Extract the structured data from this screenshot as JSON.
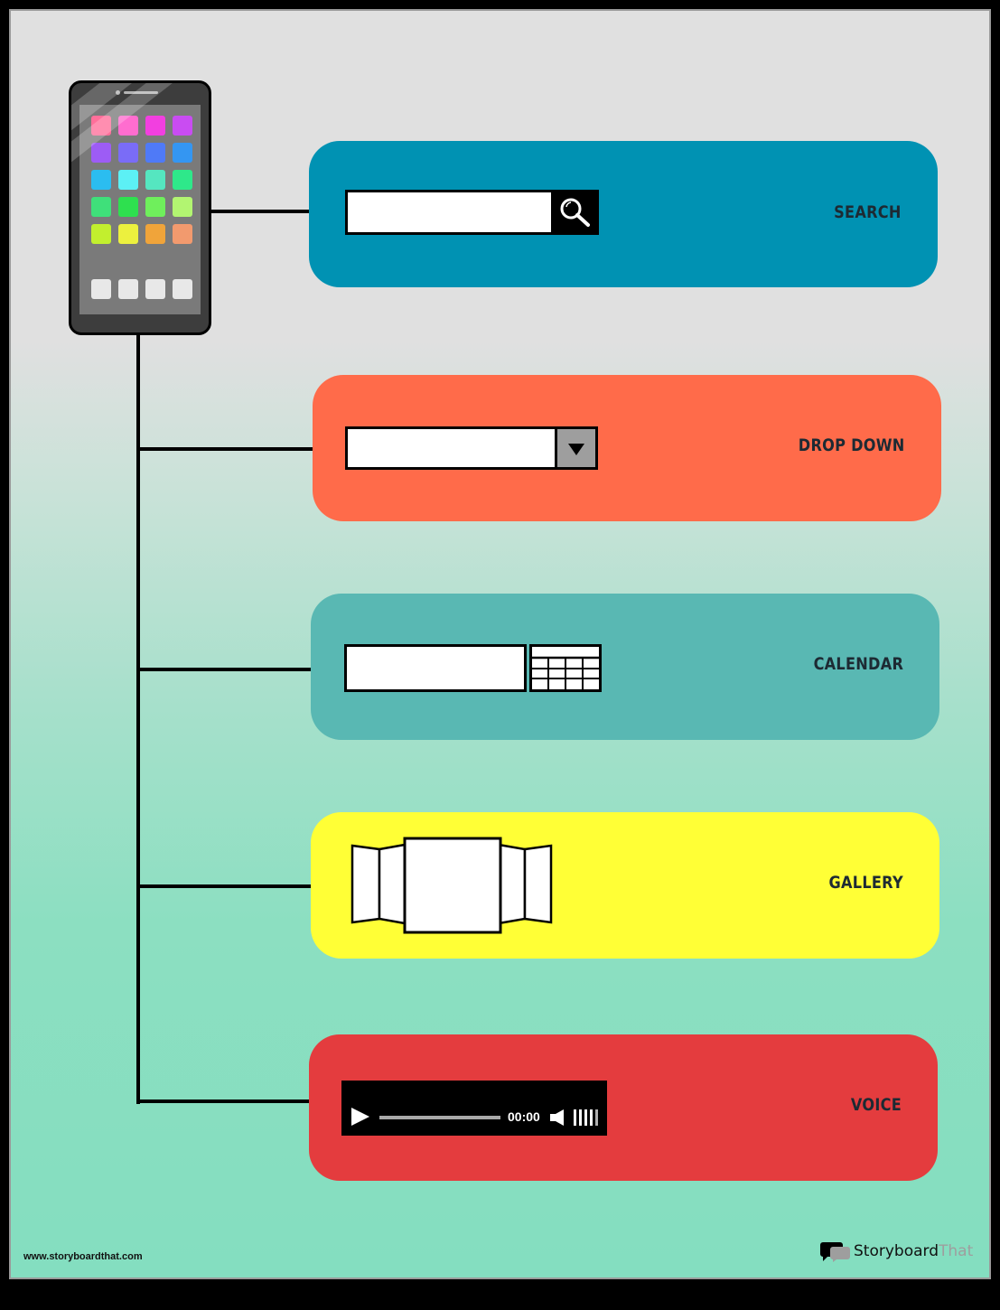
{
  "diagram": {
    "type": "infographic",
    "subject": "smartphone UI input controls"
  },
  "phone": {
    "icon": "smartphone-icon",
    "app_colors": [
      [
        "#ff6f9a",
        "#ff6dcf",
        "#f23fe0",
        "#c94cf2"
      ],
      [
        "#9d5cf5",
        "#7a6cf7",
        "#4f7af7",
        "#3496f2"
      ],
      [
        "#2bbdf0",
        "#5cf0f5",
        "#55e6c0",
        "#2ee88a"
      ],
      [
        "#3fe07a",
        "#2ee04f",
        "#6fef5c",
        "#b2f571"
      ],
      [
        "#c2ef2e",
        "#ecf03e",
        "#f0a43a",
        "#f29a6e"
      ]
    ],
    "dock_color": "#e8e8e8"
  },
  "cards": [
    {
      "id": "search",
      "label": "SEARCH",
      "color": "#0092b3",
      "widget": "search-bar",
      "icon": "magnifier-icon"
    },
    {
      "id": "dropdown",
      "label": "DROP DOWN",
      "color": "#ff6b4a",
      "widget": "dropdown-select",
      "icon": "triangle-down-icon"
    },
    {
      "id": "calendar",
      "label": "CALENDAR",
      "color": "#59b8b3",
      "widget": "date-picker",
      "icon": "calendar-grid-icon"
    },
    {
      "id": "gallery",
      "label": "GALLERY",
      "color": "#ffff36",
      "widget": "image-carousel",
      "icon": "gallery-cards-icon"
    },
    {
      "id": "voice",
      "label": "VOICE",
      "color": "#e43c3e",
      "widget": "audio-player",
      "icon": "play-icon"
    }
  ],
  "audio_player": {
    "time": "00:00",
    "volume_bars": 5
  },
  "footer": {
    "url": "www.storyboardthat.com",
    "brand_part1": "Storyboard",
    "brand_part2": "That"
  }
}
